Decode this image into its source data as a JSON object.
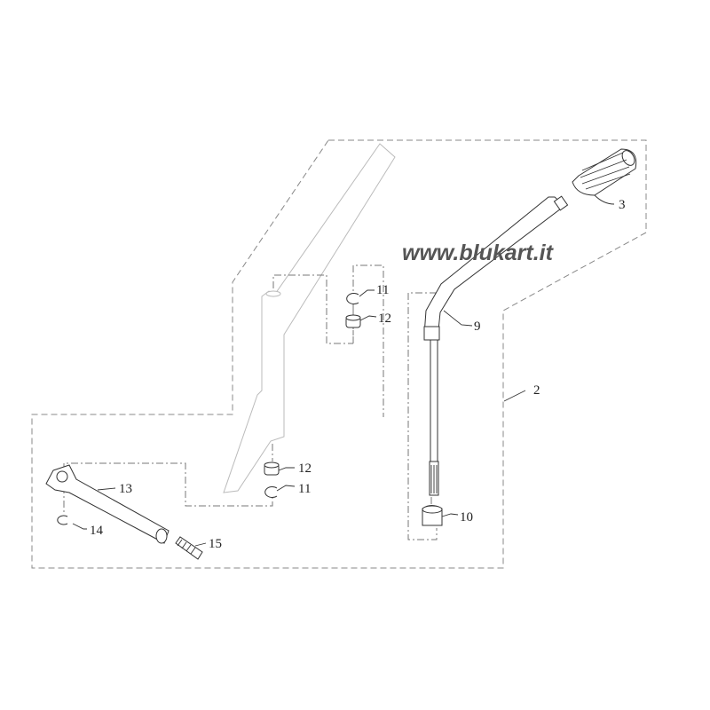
{
  "watermark": "www.blukart.it",
  "callouts": {
    "group": "2",
    "knob": "3",
    "lever": "9",
    "boot": "10",
    "clip_top": "11",
    "bushing_top": "12",
    "bushing_bottom": "12",
    "clip_bottom": "11",
    "link_rod": "13",
    "clip_small": "14",
    "stud": "15"
  }
}
